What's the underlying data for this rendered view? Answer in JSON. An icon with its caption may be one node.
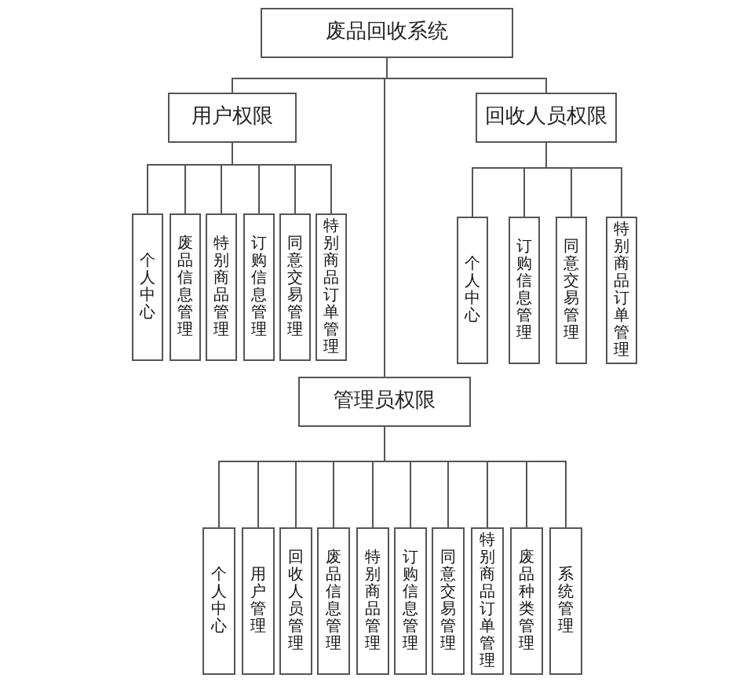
{
  "diagram": {
    "nodes": [
      {
        "text": [
          "废品回收系统"
        ]
      },
      {
        "text": [
          "用户权限"
        ]
      },
      {
        "text": [
          "回收人员权限"
        ]
      },
      {
        "text": [
          "管理员权限"
        ]
      },
      {
        "text": [
          "个人中心"
        ]
      },
      {
        "text": [
          "废品信息管理"
        ]
      },
      {
        "text": [
          "特别商品管理"
        ]
      },
      {
        "text": [
          "订购信息管理"
        ]
      },
      {
        "text": [
          "同意交易管理"
        ]
      },
      {
        "text": [
          "特别商品订单管理"
        ]
      },
      {
        "text": [
          "个人中心"
        ]
      },
      {
        "text": [
          "订购信息管理"
        ]
      },
      {
        "text": [
          "同意交易管理"
        ]
      },
      {
        "text": [
          "特别商品订单管理"
        ]
      },
      {
        "text": [
          "个人中心"
        ]
      },
      {
        "text": [
          "用户管理"
        ]
      },
      {
        "text": [
          "回收人员管理"
        ]
      },
      {
        "text": [
          "废品信息管理"
        ]
      },
      {
        "text": [
          "特别商品管理"
        ]
      },
      {
        "text": [
          "订购信息管理"
        ]
      },
      {
        "text": [
          "同意交易管理"
        ]
      },
      {
        "text": [
          "特别商品订单管理"
        ]
      },
      {
        "text": [
          "废品种类管理"
        ]
      },
      {
        "text": [
          "系统管理"
        ]
      }
    ],
    "edges": [
      {
        "from": 0,
        "to": 1,
        "arrow": "none"
      },
      {
        "from": 0,
        "to": 2,
        "arrow": "none"
      },
      {
        "from": 0,
        "to": 3,
        "arrow": "none"
      },
      {
        "from": 1,
        "to": 4,
        "arrow": "none"
      },
      {
        "from": 1,
        "to": 5,
        "arrow": "none"
      },
      {
        "from": 1,
        "to": 6,
        "arrow": "none"
      },
      {
        "from": 1,
        "to": 7,
        "arrow": "none"
      },
      {
        "from": 1,
        "to": 8,
        "arrow": "none"
      },
      {
        "from": 1,
        "to": 9,
        "arrow": "none"
      },
      {
        "from": 2,
        "to": 10,
        "arrow": "none"
      },
      {
        "from": 2,
        "to": 11,
        "arrow": "none"
      },
      {
        "from": 2,
        "to": 12,
        "arrow": "none"
      },
      {
        "from": 2,
        "to": 13,
        "arrow": "none"
      },
      {
        "from": 3,
        "to": 14,
        "arrow": "none"
      },
      {
        "from": 3,
        "to": 15,
        "arrow": "none"
      },
      {
        "from": 3,
        "to": 16,
        "arrow": "none"
      },
      {
        "from": 3,
        "to": 17,
        "arrow": "none"
      },
      {
        "from": 3,
        "to": 18,
        "arrow": "none"
      },
      {
        "from": 3,
        "to": 19,
        "arrow": "none"
      },
      {
        "from": 3,
        "to": 20,
        "arrow": "none"
      },
      {
        "from": 3,
        "to": 21,
        "arrow": "none"
      },
      {
        "from": 3,
        "to": 22,
        "arrow": "none"
      },
      {
        "from": 3,
        "to": 23,
        "arrow": "none"
      }
    ]
  }
}
